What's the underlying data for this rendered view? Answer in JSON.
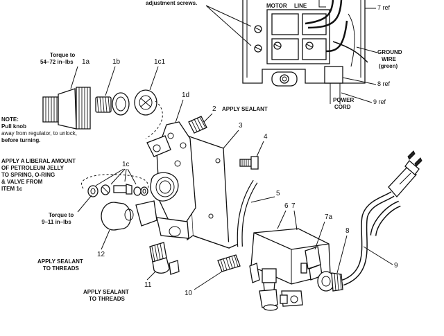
{
  "labels": {
    "adjust_screws": "adjustment screws.",
    "motor": "MOTOR",
    "line": "LINE",
    "ref7": "7 ref",
    "ground_wire_1": "GROUND",
    "ground_wire_2": "WIRE",
    "ground_wire_3": "(green)",
    "ref8": "8 ref",
    "power_cord_1": "POWER",
    "power_cord_2": "CORD",
    "ref9": "9 ref",
    "torque1_line1": "Torque to",
    "torque1_line2": "54–72 in–lbs",
    "n1a": "1a",
    "n1b": "1b",
    "n1c1": "1c1",
    "n1d": "1d",
    "note_title": "NOTE:",
    "note_line1": "Pull knob",
    "note_line2": "away from regulator, to unlock,",
    "note_line3": "before turning.",
    "n2": "2",
    "apply_sealant": "APPLY SEALANT",
    "n3": "3",
    "n4": "4",
    "liberal_1": "APPLY A LIBERAL AMOUNT",
    "liberal_2": "OF PETROLEUM JELLY",
    "liberal_3": "TO SPRING, O-RING",
    "liberal_4": "& VALVE FROM",
    "liberal_5": "ITEM 1c",
    "n1c": "1c",
    "n5": "5",
    "n6": "6",
    "n7": "7",
    "n7a": "7a",
    "torque2_line1": "Torque to",
    "torque2_line2": "9–11 in–lbs",
    "n8": "8",
    "n9": "9",
    "n12": "12",
    "sealant12_1": "APPLY SEALANT",
    "sealant12_2": "TO THREADS",
    "n11": "11",
    "sealant11_1": "APPLY SEALANT",
    "sealant11_2": "TO THREADS",
    "n10": "10"
  }
}
